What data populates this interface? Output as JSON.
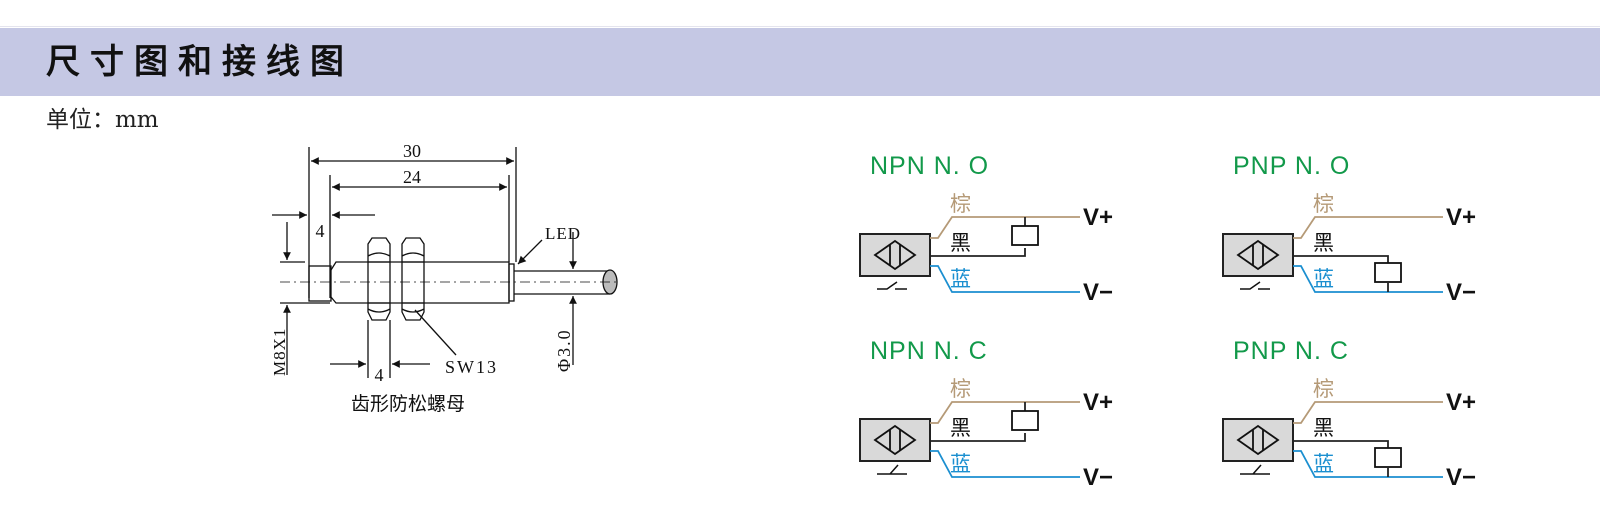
{
  "header": {
    "title": "尺寸图和接线图"
  },
  "unit_label": "单位：mm",
  "dimension_drawing": {
    "dimensions": {
      "overall_length": "30",
      "thread_length": "24",
      "tip_length": "4",
      "nut_thickness": "4",
      "thread_spec": "M8X1",
      "cable_diameter": "Φ3.0",
      "wrench_size": "SW13",
      "led_label": "LED"
    },
    "nut_caption": "齿形防松螺母"
  },
  "wiring_diagrams": [
    {
      "title": "NPN  N. O",
      "type": "NPN",
      "contact": "N.O",
      "wires": {
        "brown": "棕",
        "black": "黑",
        "blue": "蓝"
      },
      "v_plus": "V+",
      "v_minus": "V−"
    },
    {
      "title": "PNP  N. O",
      "type": "PNP",
      "contact": "N.O",
      "wires": {
        "brown": "棕",
        "black": "黑",
        "blue": "蓝"
      },
      "v_plus": "V+",
      "v_minus": "V−"
    },
    {
      "title": "NPN  N. C",
      "type": "NPN",
      "contact": "N.C",
      "wires": {
        "brown": "棕",
        "black": "黑",
        "blue": "蓝"
      },
      "v_plus": "V+",
      "v_minus": "V−"
    },
    {
      "title": "PNP  N. C",
      "type": "PNP",
      "contact": "N.C",
      "wires": {
        "brown": "棕",
        "black": "黑",
        "blue": "蓝"
      },
      "v_plus": "V+",
      "v_minus": "V−"
    }
  ],
  "colors": {
    "header_bg": "#c5c8e4",
    "title_green": "#12994a",
    "brown_wire": "#b59a77",
    "blue_wire": "#1b8fd0",
    "black_wire": "#222222",
    "sensor_fill": "#d9d9d9"
  }
}
